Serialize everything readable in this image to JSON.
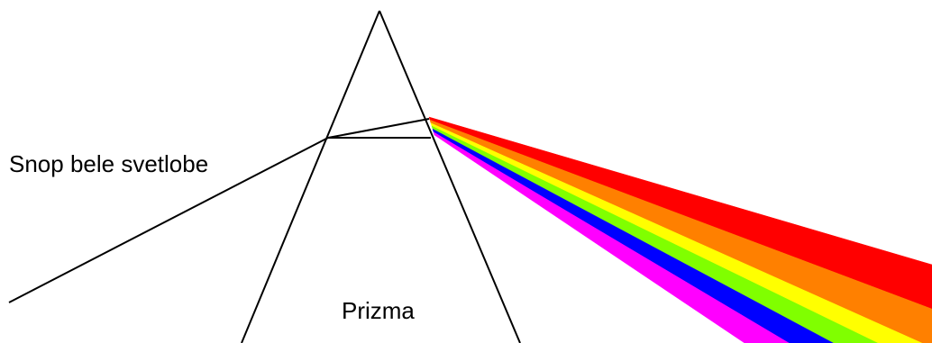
{
  "labels": {
    "incoming_beam": "Snop bele svetlobe",
    "prism": "Prizma"
  },
  "spectrum": {
    "bands": [
      {
        "color_name": "red",
        "hex": "#ff0000"
      },
      {
        "color_name": "orange",
        "hex": "#ff8000"
      },
      {
        "color_name": "yellow",
        "hex": "#ffff00"
      },
      {
        "color_name": "green",
        "hex": "#80ff00"
      },
      {
        "color_name": "blue",
        "hex": "#0000ff"
      },
      {
        "color_name": "magenta",
        "hex": "#ff00ff"
      }
    ]
  },
  "colors": {
    "line": "#000000",
    "background": "#ffffff"
  }
}
